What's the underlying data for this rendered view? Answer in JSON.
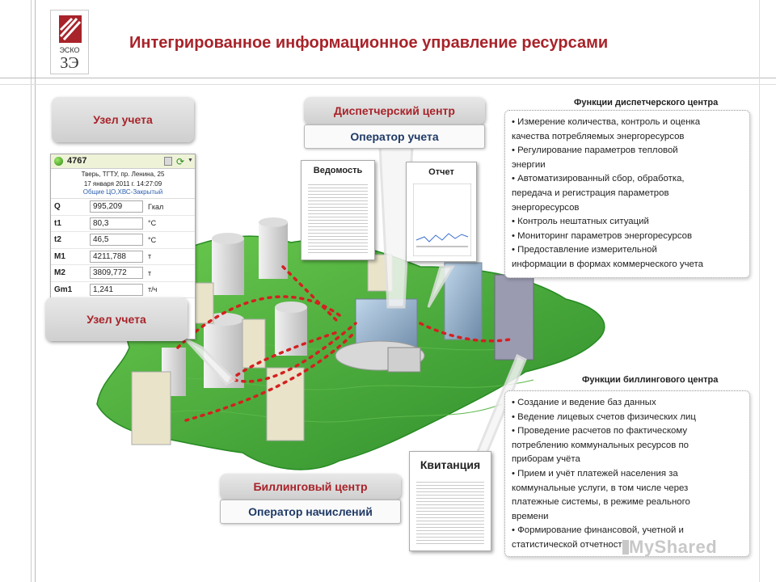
{
  "logo": {
    "line1": "ЭСКО",
    "line2": "3Э"
  },
  "title": "Интегрированное информационное управление ресурсами",
  "meter_node_top": "Узел учета",
  "meter_node_bottom": "Узел учета",
  "dispatch": {
    "center": "Диспетчерский центр",
    "operator": "Оператор учета"
  },
  "billing": {
    "center": "Биллинговый центр",
    "operator": "Оператор начислений"
  },
  "meter_panel": {
    "id": "4767",
    "address": "Тверь, ТГТУ, пр. Ленина, 25",
    "datetime": "17 января 2011 г. 14:27:09",
    "note": "Общие ЦО,ХВС-Закрытый",
    "rows": [
      {
        "label": "Q",
        "value": "995,209",
        "unit": "Гкал"
      },
      {
        "label": "t1",
        "value": "80,3",
        "unit": "°С"
      },
      {
        "label": "t2",
        "value": "46,5",
        "unit": "°С"
      },
      {
        "label": "M1",
        "value": "4211,788",
        "unit": "т"
      },
      {
        "label": "M2",
        "value": "3809,772",
        "unit": "т"
      },
      {
        "label": "Gm1",
        "value": "1,241",
        "unit": "т/ч"
      }
    ]
  },
  "docs": {
    "statement": "Ведомость",
    "report": "Отчет",
    "receipt": "Квитанция"
  },
  "dispatch_functions": {
    "title": "Функции диспетчерского центра",
    "items": [
      "• Измерение количества, контроль и оценка",
      "качества потребляемых энергоресурсов",
      "• Регулирование параметров тепловой",
      "энергии",
      "• Автоматизированный сбор, обработка,",
      "передача и регистрация параметров",
      "энергоресурсов",
      "• Контроль нештатных ситуаций",
      "• Мониторинг параметров энергоресурсов",
      "• Предоставление измерительной",
      "информации в формах коммерческого учета"
    ]
  },
  "billing_functions": {
    "title": "Функции биллингового центра",
    "items": [
      "• Создание и ведение баз данных",
      "• Ведение лицевых счетов физических лиц",
      "• Проведение расчетов по фактическому",
      "потреблению коммунальных ресурсов по",
      "приборам учёта",
      "• Прием и учёт платежей населения за",
      "коммунальные услуги, в том числе через",
      "платежные системы, в режиме реального",
      "времени",
      "• Формирование финансовой, учетной и",
      "статистической отчетности"
    ]
  },
  "watermark": "MyShared",
  "colors": {
    "accent": "#a8232a",
    "operator_text": "#1f3a66",
    "grass": "#3fa83a"
  }
}
